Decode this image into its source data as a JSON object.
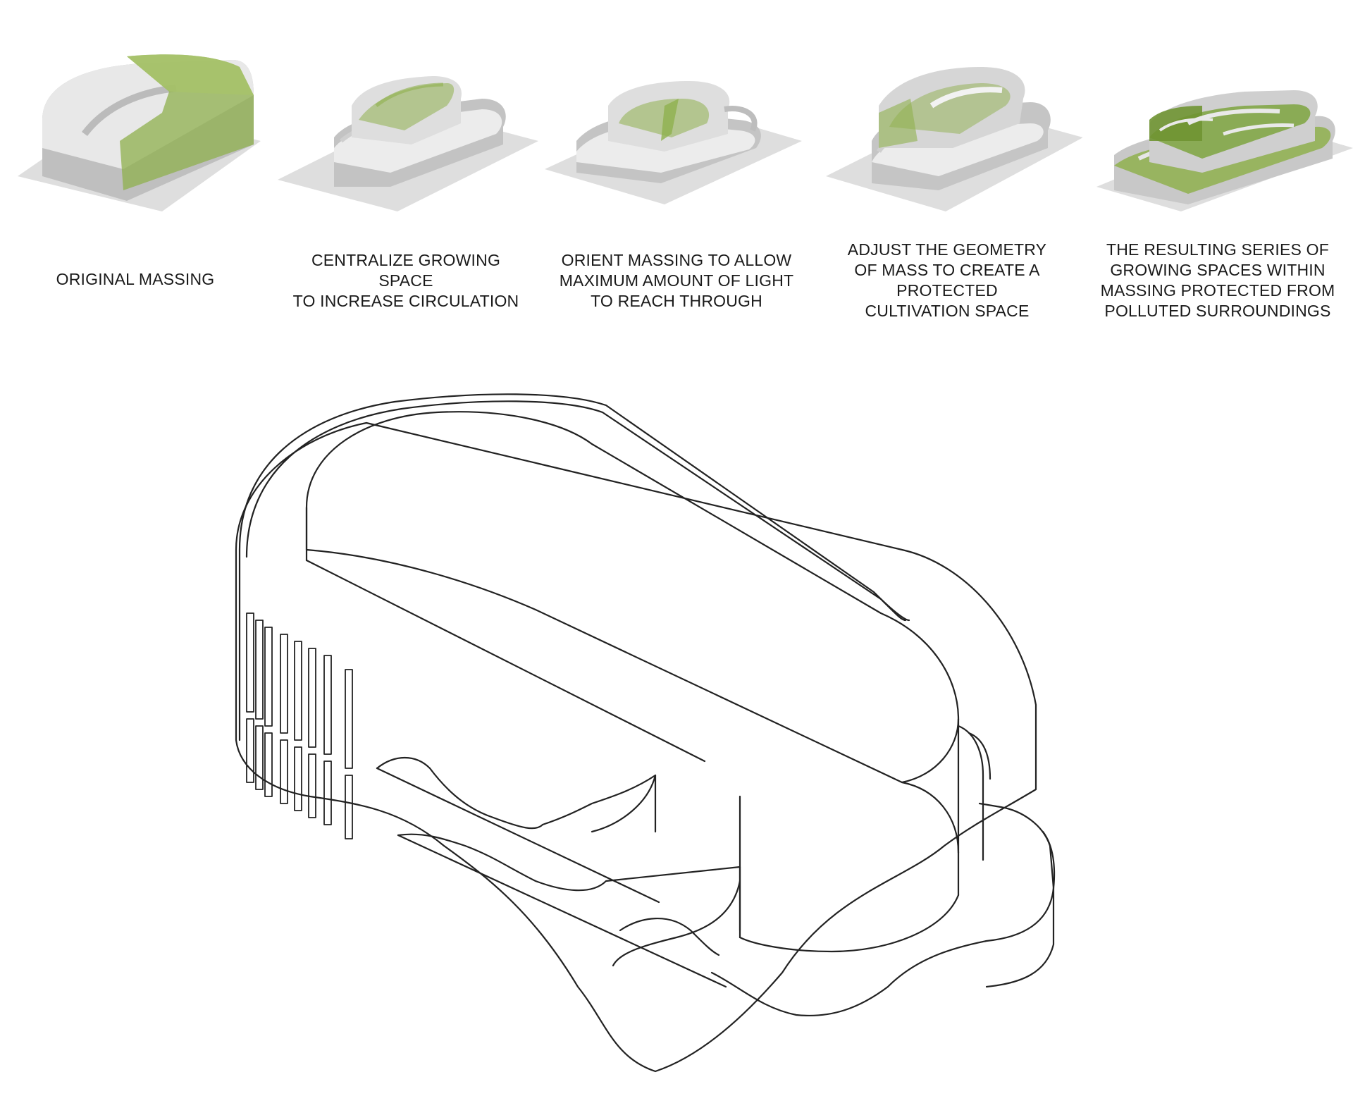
{
  "diagram": {
    "steps": [
      {
        "caption": "ORIGINAL MASSING",
        "green_level": "partial"
      },
      {
        "caption": "CENTRALIZE GROWING\nSPACE\nTO INCREASE CIRCULATION",
        "green_level": "core"
      },
      {
        "caption": "ORIENT MASSING TO ALLOW\nMAXIMUM AMOUNT OF LIGHT\nTO REACH THROUGH",
        "green_level": "core"
      },
      {
        "caption": "ADJUST THE GEOMETRY\nOF MASS TO CREATE A\nPROTECTED\nCULTIVATION SPACE",
        "green_level": "core"
      },
      {
        "caption": "THE RESULTING SERIES OF\nGROWING SPACES WITHIN\nMASSING PROTECTED FROM\nPOLLUTED SURROUNDINGS",
        "green_level": "full"
      }
    ],
    "colors": {
      "green": "#8fb04e",
      "green_dark": "#6f9432",
      "massing": "#e4e4e4",
      "massing_shadow": "#bdbdbd",
      "site": "#d9d9d9",
      "line": "#222222"
    }
  }
}
